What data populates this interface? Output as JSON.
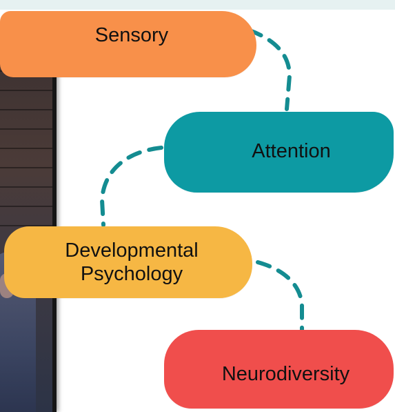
{
  "diagram": {
    "nodes": [
      {
        "id": "sensory",
        "label": "Sensory",
        "color": "#f8904a"
      },
      {
        "id": "attention",
        "label": "Attention",
        "color": "#0d9aa3"
      },
      {
        "id": "developmental",
        "label": "Developmental\nPsychology",
        "color": "#f6b744"
      },
      {
        "id": "neurodiversity",
        "label": "Neurodiversity",
        "color": "#f04e4c"
      }
    ],
    "connections": [
      {
        "from": "sensory",
        "to": "attention",
        "style": "dashed",
        "color": "#148c91"
      },
      {
        "from": "attention",
        "to": "developmental",
        "style": "dashed",
        "color": "#148c91"
      },
      {
        "from": "developmental",
        "to": "neurodiversity",
        "style": "dashed",
        "color": "#148c91"
      }
    ]
  }
}
